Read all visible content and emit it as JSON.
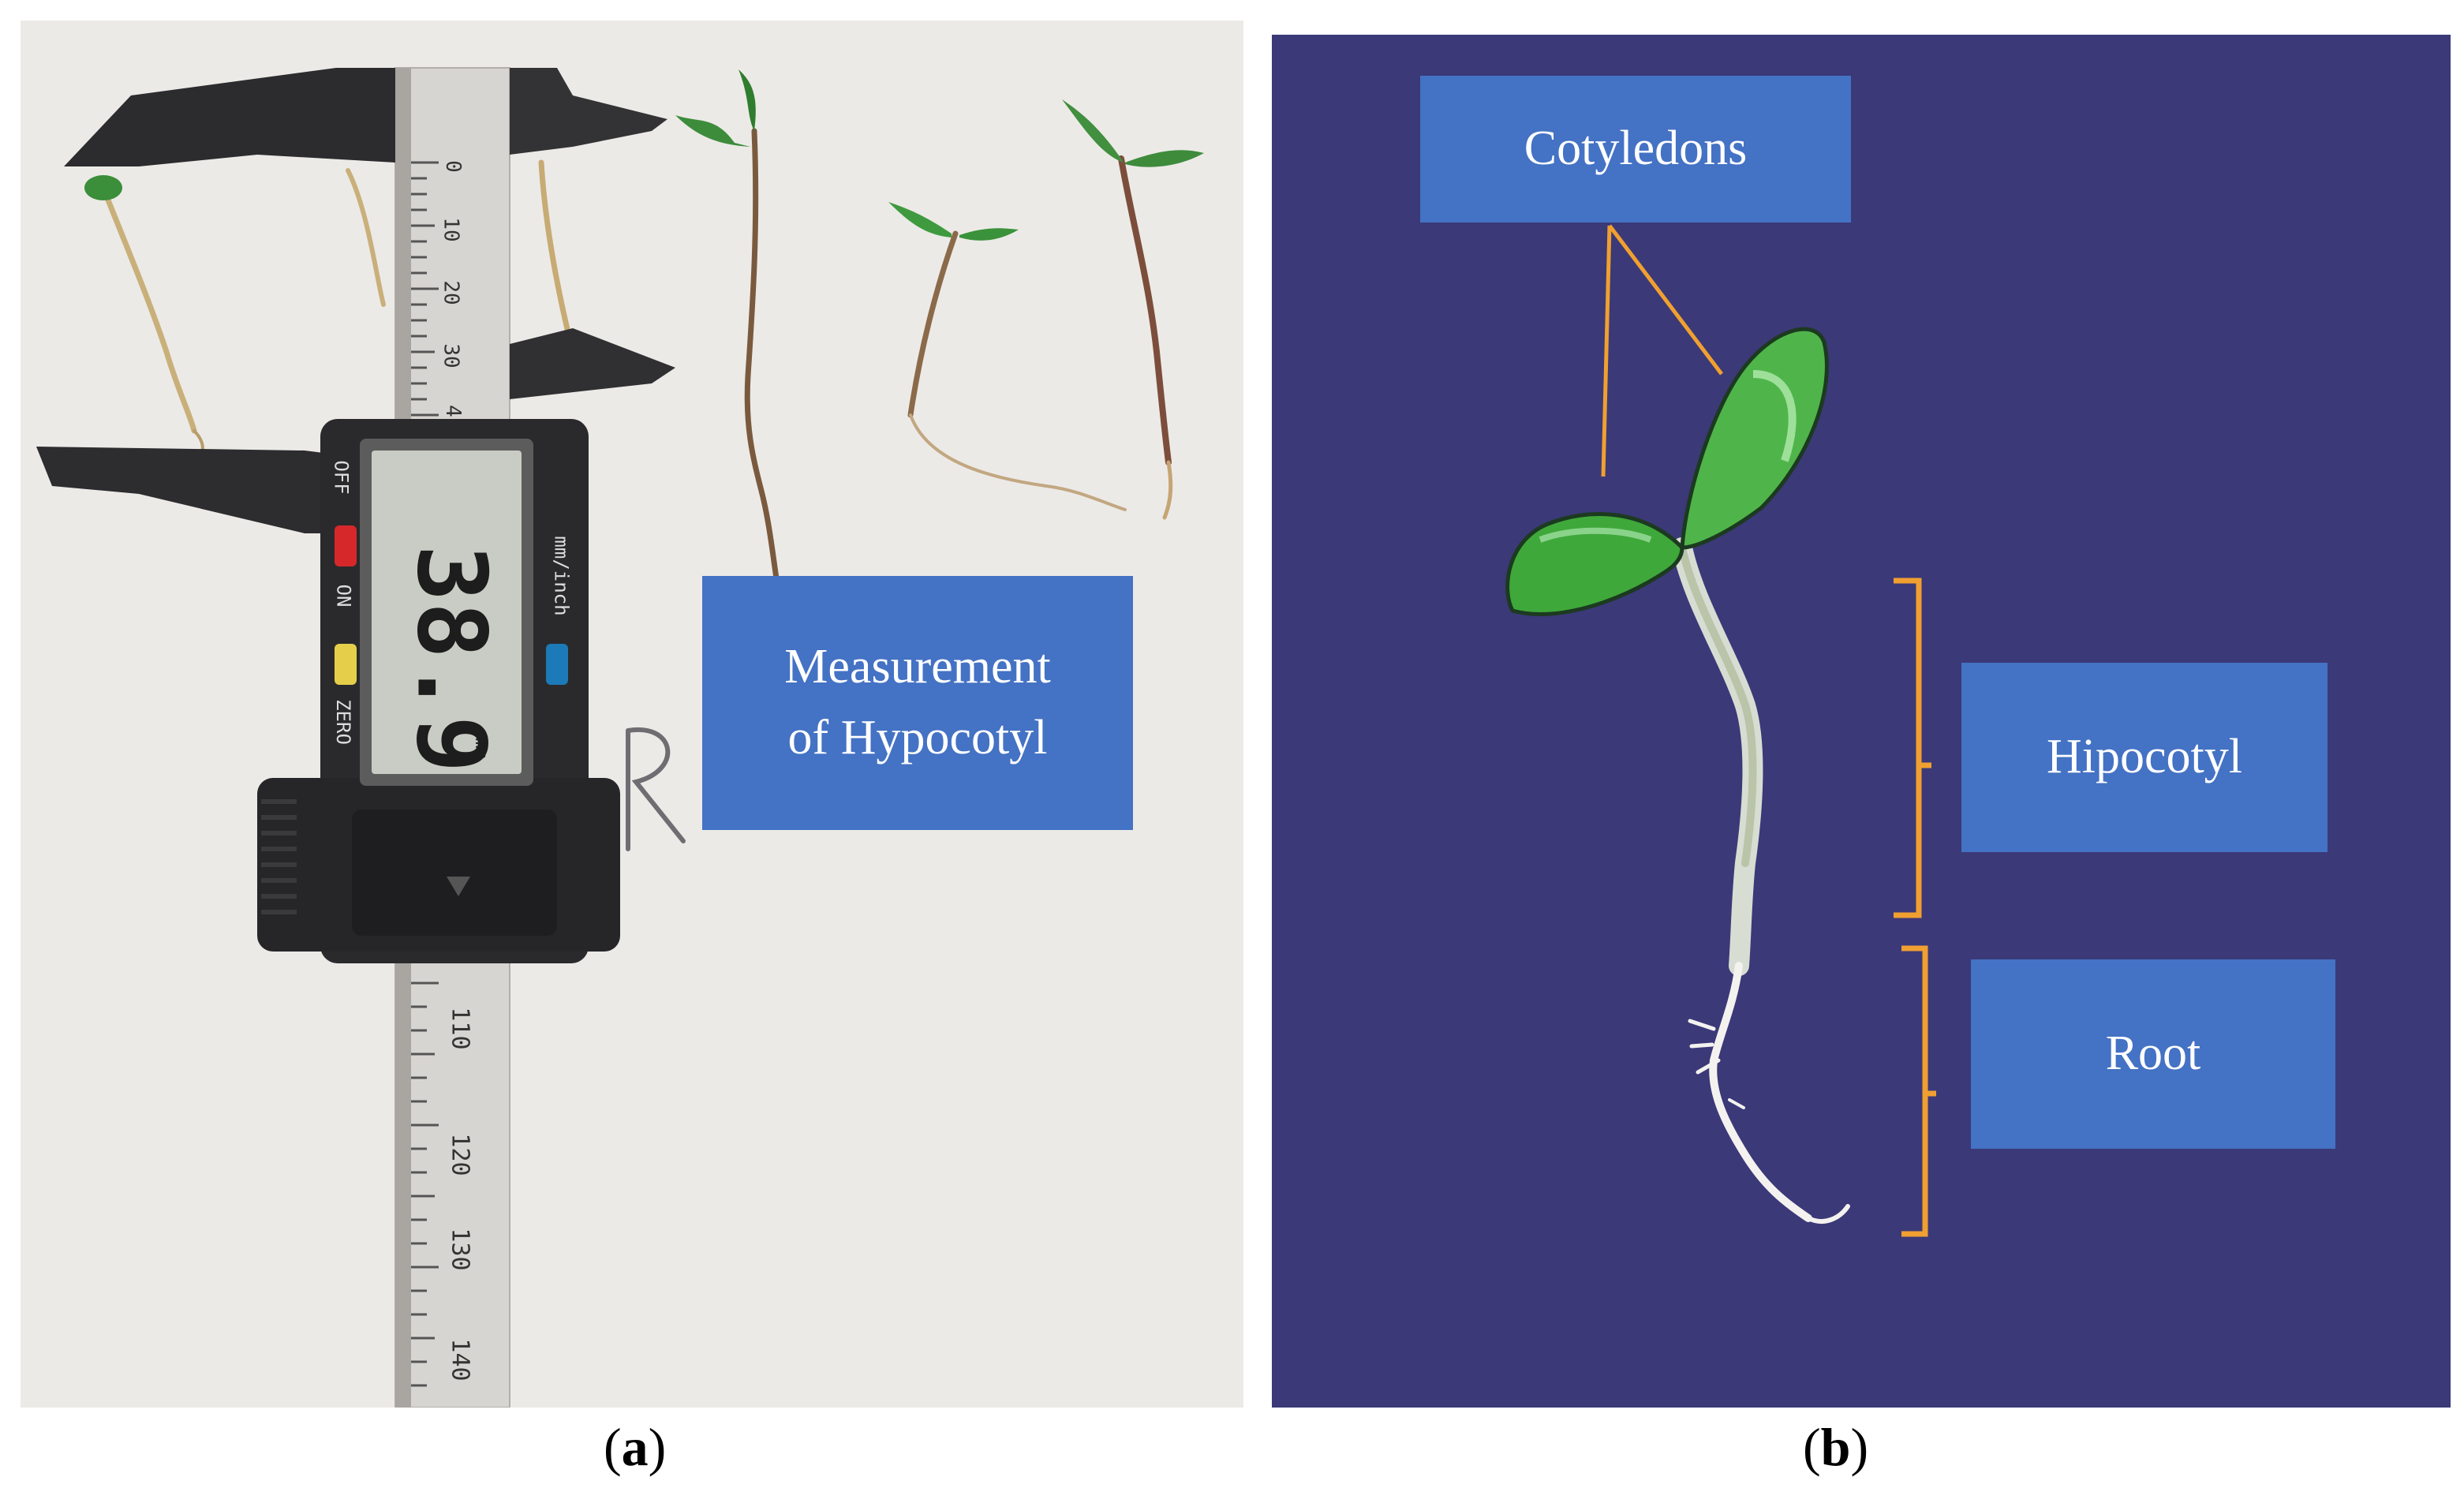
{
  "panel_a": {
    "caption_letter": "a",
    "label": "Measurement of Hypocotyl",
    "label_line1": "Measurement",
    "label_line2": "of Hypocotyl",
    "caliper": {
      "display_value": "38.9",
      "display_unit": "mm",
      "button_off": "OFF",
      "button_on": "ON",
      "button_zero": "ZERO",
      "unit_switch": "mm/inch",
      "scale_top_ticks": [
        "0",
        "10",
        "20",
        "30",
        "4"
      ],
      "scale_bottom_ticks": [
        "110",
        "120",
        "130",
        "140"
      ]
    },
    "handwriting": "R"
  },
  "panel_b": {
    "caption_letter": "b",
    "labels": {
      "cotyledons": "Cotyledons",
      "hypocotyl": "Hipocotyl",
      "root": "Root"
    }
  },
  "colors": {
    "label_box": "#4472c4",
    "panel_b_background": "#3b3978",
    "bracket": "#f0a030",
    "leaf": "#3fa83a"
  }
}
